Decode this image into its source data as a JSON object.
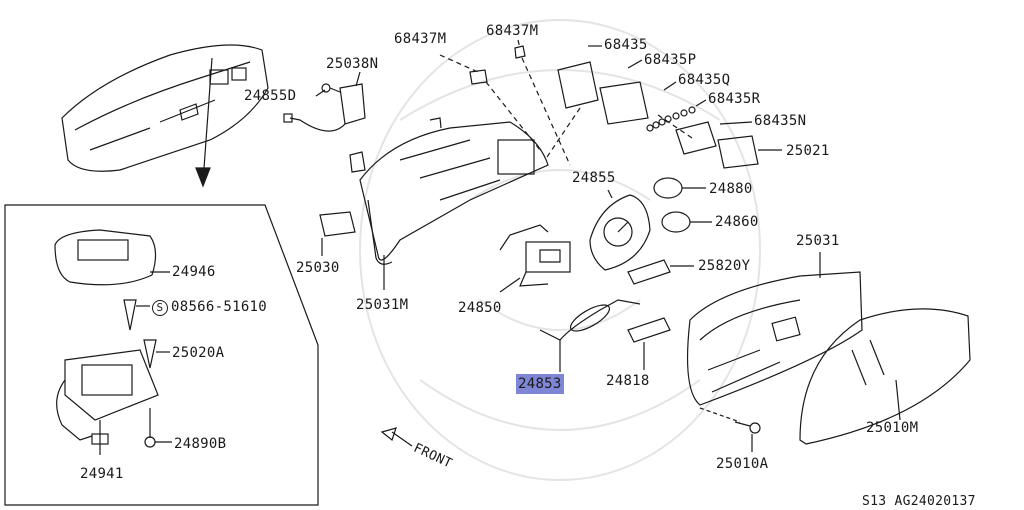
{
  "diagram": {
    "highlight_color": "#7f86d6",
    "line_color": "#1a1a1a",
    "footer": "S13  AG24020137",
    "front_label": "FRONT",
    "callouts": {
      "p68437m_a": "68437M",
      "p68437m_b": "68437M",
      "p68435": "68435",
      "p68435p": "68435P",
      "p68435q": "68435Q",
      "p68435r": "68435R",
      "p68435n": "68435N",
      "p25021": "25021",
      "p25038n": "25038N",
      "p24855d": "24855D",
      "p24855": "24855",
      "p24880": "24880",
      "p24860": "24860",
      "p25031": "25031",
      "p25820y": "25820Y",
      "p25030": "25030",
      "p25031m": "25031M",
      "p24850": "24850",
      "p24853": "24853",
      "p24818": "24818",
      "p25010m": "25010M",
      "p25010a": "25010A",
      "p24946": "24946",
      "p08566": "08566-51610",
      "p08566_symbol": "S",
      "p25020a": "25020A",
      "p24890b": "24890B",
      "p24941": "24941"
    }
  }
}
